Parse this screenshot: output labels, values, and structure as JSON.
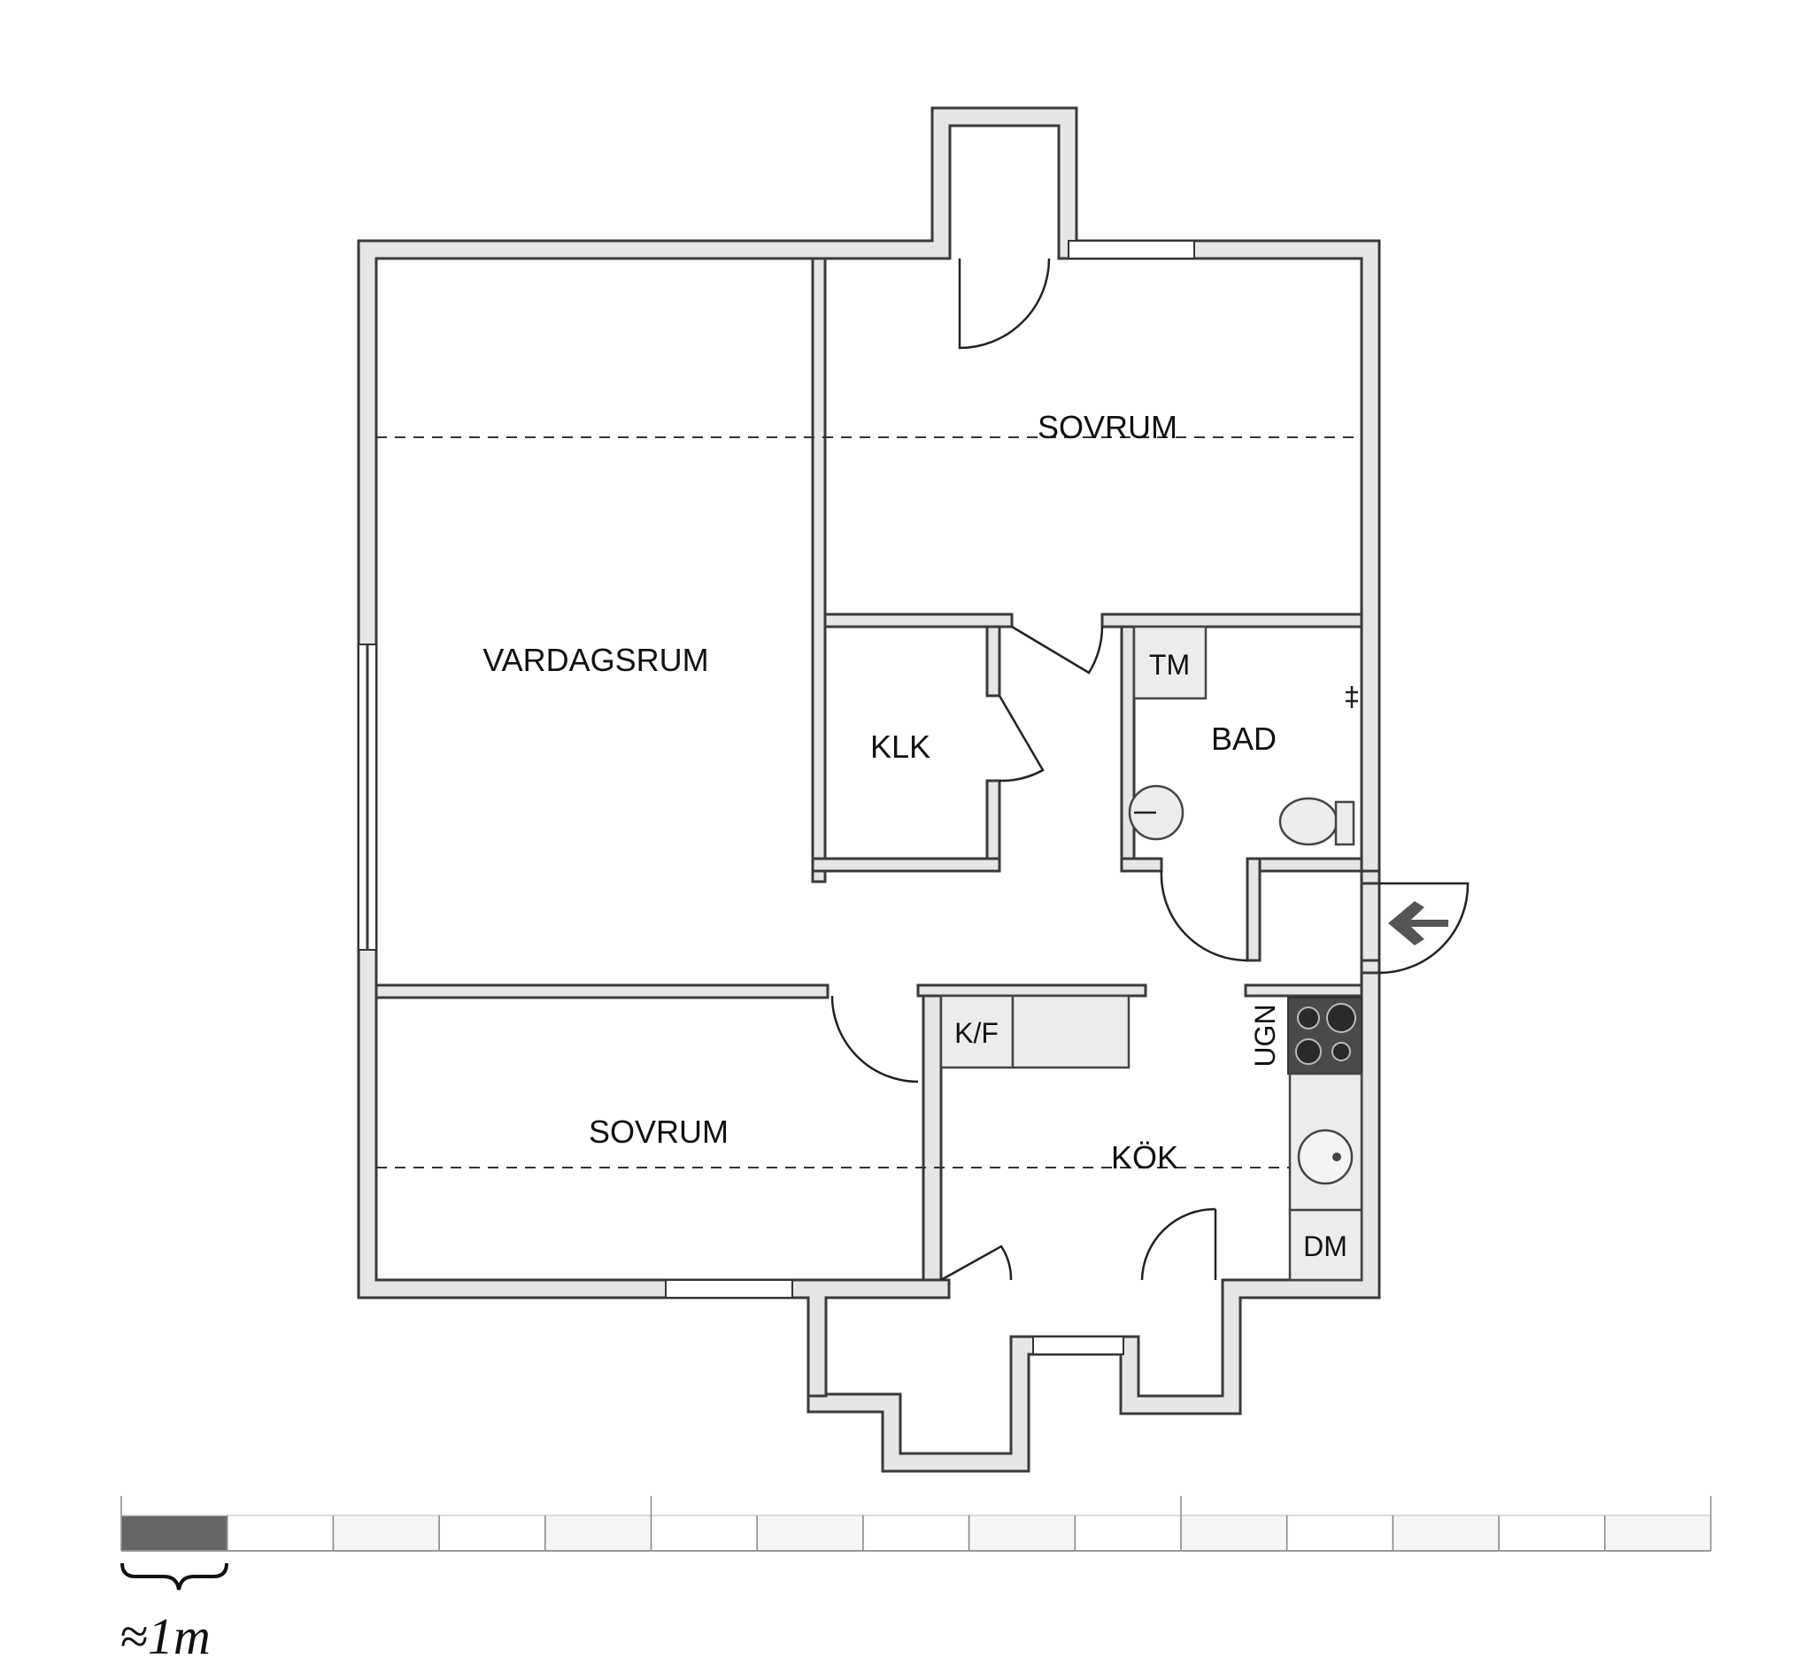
{
  "rooms": {
    "vardagsrum": "VARDAGSRUM",
    "sovrum_top": "SOVRUM",
    "sovrum_bottom": "SOVRUM",
    "klk": "KLK",
    "bad": "BAD",
    "kok": "KÖK"
  },
  "fixtures": {
    "tm": "TM",
    "kf": "K/F",
    "ugn": "UGN",
    "dm": "DM"
  },
  "scale": {
    "label": "≈1m",
    "segments": 15
  },
  "colors": {
    "wall_fill": "#e6e6e6",
    "wall_stroke": "#3a3a3a",
    "stove": "#4a4a4a",
    "entrance_arrow": "#555555",
    "scale_marker": "#666666"
  }
}
